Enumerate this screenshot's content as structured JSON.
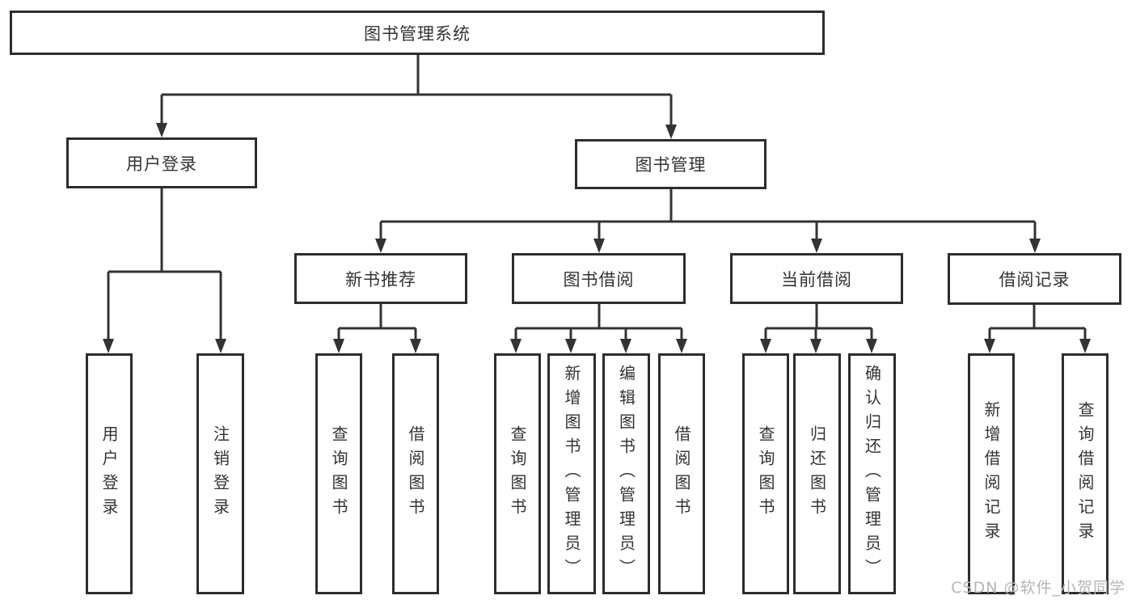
{
  "diagram": {
    "watermark": "CSDN @软件_小贺同学",
    "colors": {
      "line": "#333333",
      "box_border": "#2d2d2d",
      "text": "#333333",
      "watermark": "#b5b5b5",
      "background": "#ffffff"
    }
  },
  "nodes": [
    {
      "id": "system-root",
      "label": "图书管理系统",
      "level": 1,
      "parent": null
    },
    {
      "id": "user-login",
      "label": "用户登录",
      "level": 2,
      "parent": "system-root"
    },
    {
      "id": "book-management",
      "label": "图书管理",
      "level": 2,
      "parent": "system-root"
    },
    {
      "id": "new-book-recommend",
      "label": "新书推荐",
      "level": 3,
      "parent": "book-management"
    },
    {
      "id": "book-borrowing",
      "label": "图书借阅",
      "level": 3,
      "parent": "book-management"
    },
    {
      "id": "current-borrowing",
      "label": "当前借阅",
      "level": 3,
      "parent": "book-management"
    },
    {
      "id": "borrowing-records",
      "label": "借阅记录",
      "level": 3,
      "parent": "book-management"
    },
    {
      "id": "leaf-user-login",
      "label": "用户登录",
      "level": 4,
      "parent": "user-login"
    },
    {
      "id": "leaf-logout",
      "label": "注销登录",
      "level": 4,
      "parent": "user-login"
    },
    {
      "id": "leaf-query-books-1",
      "label": "查询图书",
      "level": 4,
      "parent": "new-book-recommend"
    },
    {
      "id": "leaf-borrow-books-1",
      "label": "借阅图书",
      "level": 4,
      "parent": "new-book-recommend"
    },
    {
      "id": "leaf-query-books-2",
      "label": "查询图书",
      "level": 4,
      "parent": "book-borrowing"
    },
    {
      "id": "leaf-add-book-admin",
      "label": "新增图书（管理员）",
      "level": 4,
      "parent": "book-borrowing"
    },
    {
      "id": "leaf-edit-book-admin",
      "label": "编辑图书（管理员）",
      "level": 4,
      "parent": "book-borrowing"
    },
    {
      "id": "leaf-borrow-books-2",
      "label": "借阅图书",
      "level": 4,
      "parent": "book-borrowing"
    },
    {
      "id": "leaf-query-books-3",
      "label": "查询图书",
      "level": 4,
      "parent": "current-borrowing"
    },
    {
      "id": "leaf-return-books",
      "label": "归还图书",
      "level": 4,
      "parent": "current-borrowing"
    },
    {
      "id": "leaf-confirm-return-admin",
      "label": "确认归还（管理员）",
      "level": 4,
      "parent": "current-borrowing"
    },
    {
      "id": "leaf-add-borrow-record",
      "label": "新增借阅记录",
      "level": 4,
      "parent": "borrowing-records"
    },
    {
      "id": "leaf-query-borrow-record",
      "label": "查询借阅记录",
      "level": 4,
      "parent": "borrowing-records"
    }
  ]
}
